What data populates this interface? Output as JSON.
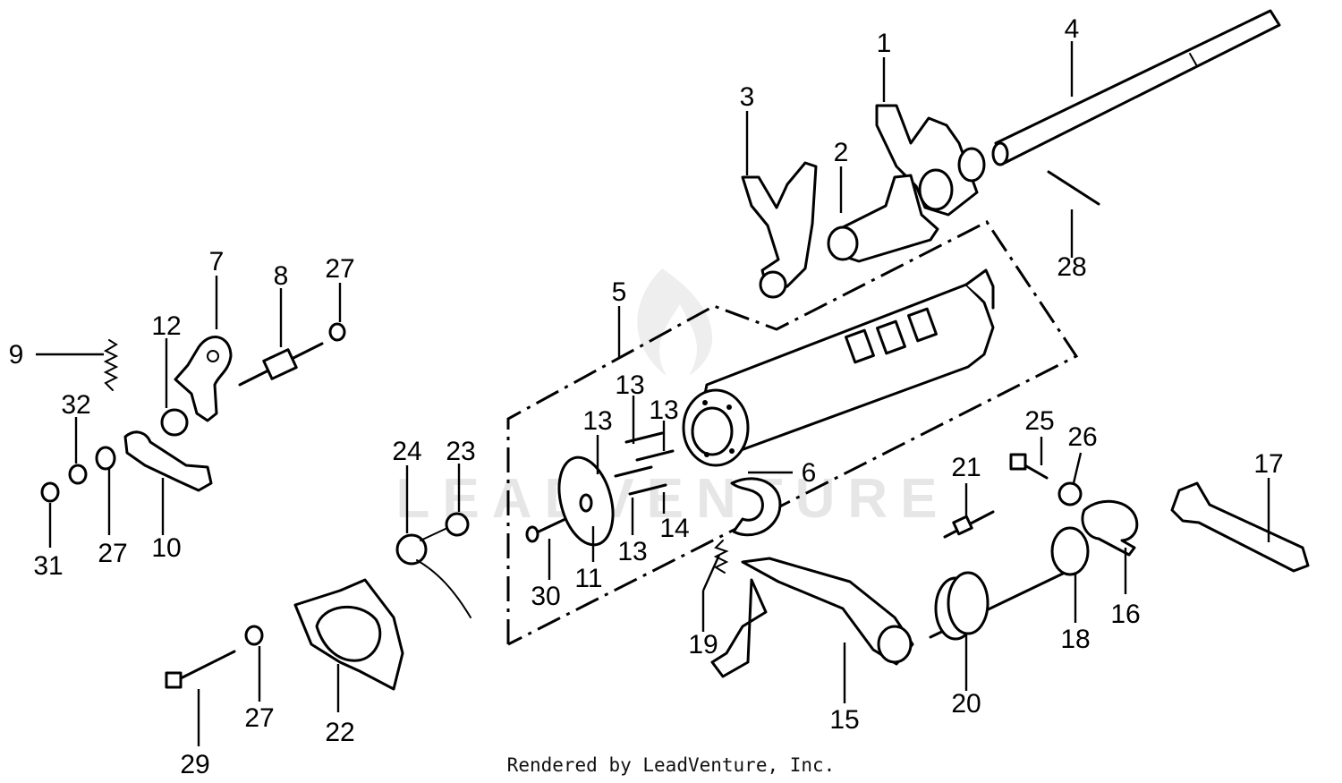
{
  "diagram": {
    "callouts": {
      "c1": "1",
      "c2": "2",
      "c3": "3",
      "c4": "4",
      "c5": "5",
      "c6": "6",
      "c7": "7",
      "c8": "8",
      "c9": "9",
      "c10": "10",
      "c11": "11",
      "c12": "12",
      "c13a": "13",
      "c13b": "13",
      "c13c": "13",
      "c13d": "13",
      "c14": "14",
      "c15": "15",
      "c16": "16",
      "c17": "17",
      "c18": "18",
      "c19": "19",
      "c20": "20",
      "c21": "21",
      "c22": "22",
      "c23": "23",
      "c24": "24",
      "c25": "25",
      "c26": "26",
      "c27a": "27",
      "c27b": "27",
      "c27c": "27",
      "c28": "28",
      "c29": "29",
      "c30": "30",
      "c31": "31",
      "c32": "32"
    },
    "watermark": "LEADVENTURE",
    "credit": "Rendered by LeadVenture, Inc."
  }
}
